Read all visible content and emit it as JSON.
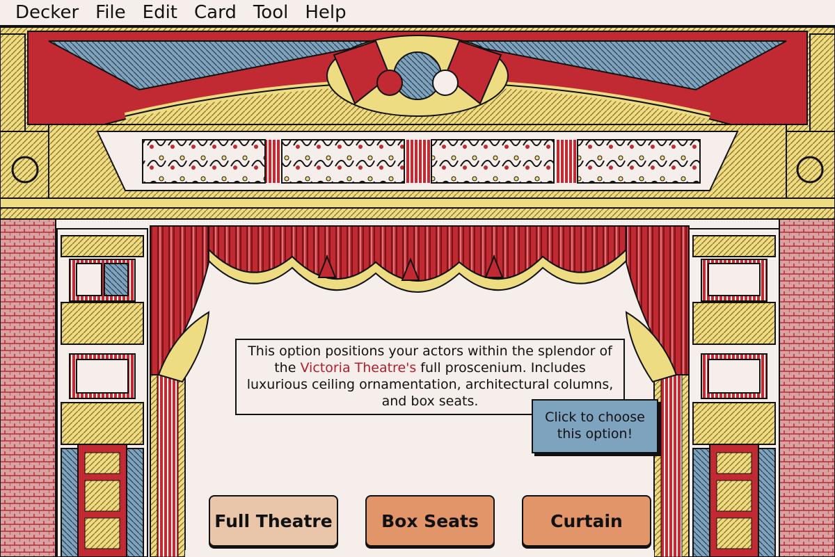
{
  "menubar": {
    "items": [
      "Decker",
      "File",
      "Edit",
      "Card",
      "Tool",
      "Help"
    ]
  },
  "description": {
    "before": "This option positions your actors within the splendor of the ",
    "highlight": "Victoria Theatre's",
    "after": " full proscenium. Includes luxurious ceiling ornamentation, architectural columns, and box seats."
  },
  "tooltip": {
    "text": "Click to choose this option!"
  },
  "options": {
    "full_theatre": "Full Theatre",
    "box_seats": "Box Seats",
    "curtain": "Curtain"
  },
  "colors": {
    "background": "#f6eeea",
    "red": "#c22a33",
    "yellow": "#eedc82",
    "blue": "#7ea3bf",
    "ink": "#111111",
    "button_selected": "#e9c5aa",
    "button": "#e3956a",
    "highlight_text": "#b01e2e"
  },
  "icons": {
    "crest": "royal-crest-icon"
  }
}
